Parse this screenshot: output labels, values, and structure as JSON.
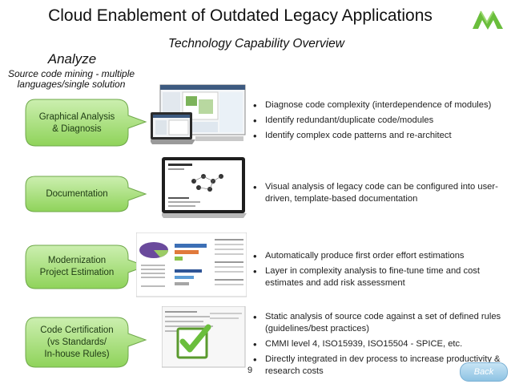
{
  "header": {
    "title": "Cloud Enablement of Outdated Legacy Applications",
    "subtitle": "Technology Capability Overview"
  },
  "left_panel": {
    "heading": "Analyze",
    "subheading": "Source code mining - multiple languages/single solution"
  },
  "colors": {
    "bubble_light": "#ccefb0",
    "bubble_dark": "#8fd35a",
    "bubble_border": "#6fa84a",
    "logo_green": "#6abe3c",
    "back_button": "#9ccbe8"
  },
  "sections": [
    {
      "bubble": "Graphical Analysis\n& Diagnosis",
      "bullets": [
        "Diagnose code complexity (interdependence of modules)",
        "Identify redundant/duplicate code/modules",
        "Identify complex code patterns and re-architect"
      ]
    },
    {
      "bubble": "Documentation",
      "bullets": [
        "Visual analysis of legacy code can be configured into user-driven, template-based documentation"
      ]
    },
    {
      "bubble": "Modernization\nProject Estimation",
      "bullets": [
        "Automatically produce first order effort estimations",
        "Layer in complexity analysis to fine-tune time and cost estimates and add risk assessment"
      ]
    },
    {
      "bubble": "Code Certification\n(vs Standards/\nIn-house Rules)",
      "bullets": [
        "Static analysis of source code against a set of defined rules (guidelines/best practices)",
        "CMMI level 4, ISO15939, ISO15504 - SPICE, etc.",
        "Directly integrated in dev process to increase productivity & research costs"
      ]
    }
  ],
  "icons": {
    "logo": "company-logo-icon",
    "check": "checkmark-icon"
  },
  "footer": {
    "page_number": "9",
    "back_label": "Back"
  }
}
